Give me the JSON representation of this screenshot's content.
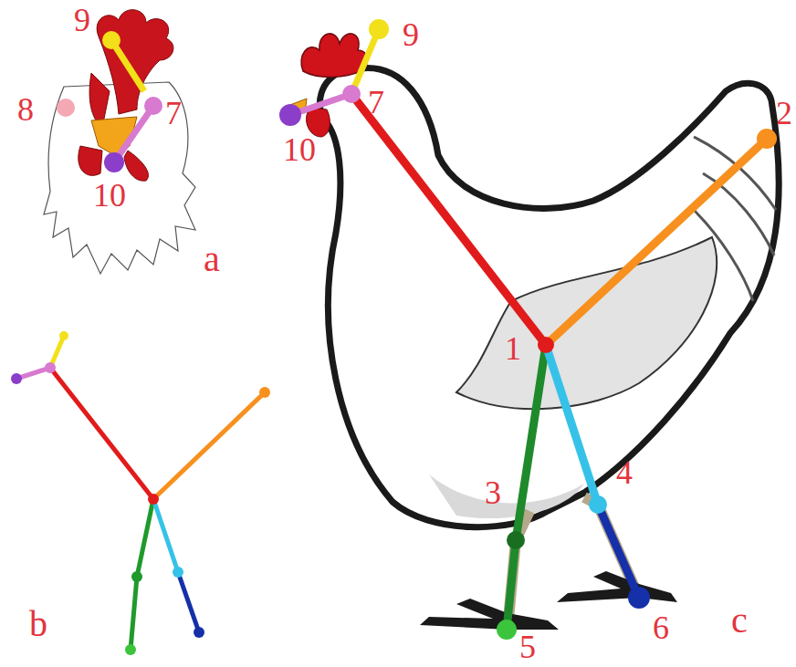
{
  "diagram": {
    "labels": [
      "9",
      "8",
      "7",
      "10",
      "a",
      "9",
      "10",
      "7",
      "2",
      "1",
      "3",
      "4",
      "6",
      "5",
      "c",
      "b"
    ]
  }
}
